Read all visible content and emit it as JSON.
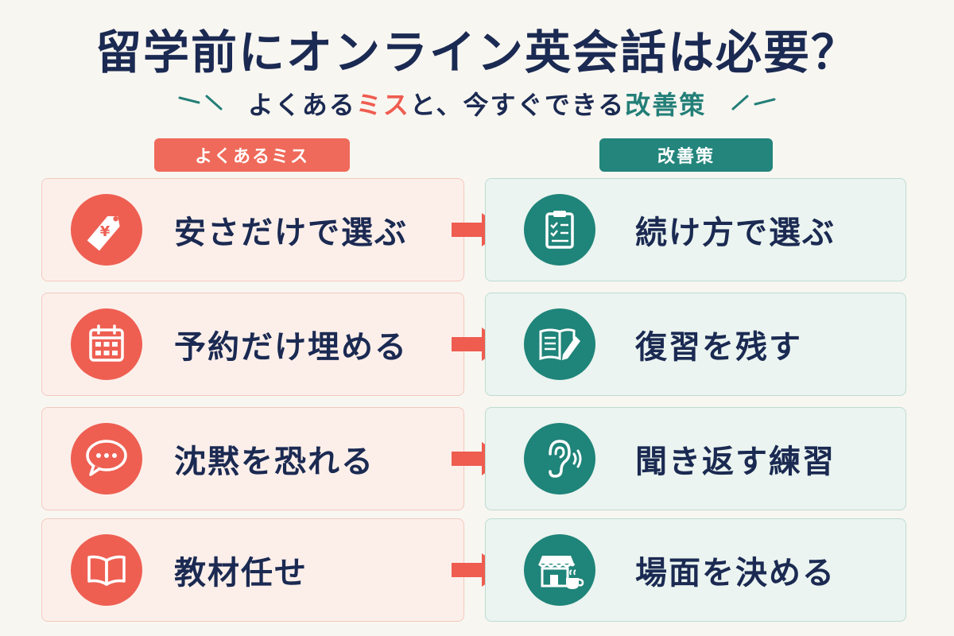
{
  "title": "留学前にオンライン英会話は必要？",
  "subtitle": {
    "part1": "よくある",
    "highlight_mistake": "ミス",
    "part2": "と、今すぐできる",
    "highlight_fix": "改善策"
  },
  "headers": {
    "mistakes": "よくあるミス",
    "fixes": "改善策"
  },
  "rows": [
    {
      "mistake": {
        "label": "安さだけで選ぶ",
        "icon": "yen-price-tag-icon"
      },
      "fix": {
        "label": "続け方で選ぶ",
        "icon": "clipboard-checklist-icon"
      }
    },
    {
      "mistake": {
        "label": "予約だけ埋める",
        "icon": "calendar-icon"
      },
      "fix": {
        "label": "復習を残す",
        "icon": "notebook-pen-icon"
      }
    },
    {
      "mistake": {
        "label": "沈黙を恐れる",
        "icon": "speech-bubble-icon"
      },
      "fix": {
        "label": "聞き返す練習",
        "icon": "ear-icon"
      }
    },
    {
      "mistake": {
        "label": "教材任せ",
        "icon": "open-book-icon"
      },
      "fix": {
        "label": "場面を決める",
        "icon": "cafe-storefront-icon"
      }
    }
  ],
  "colors": {
    "mistake_accent": "#ef5c50",
    "fix_accent": "#237f78",
    "text": "#1b2a52",
    "background": "#f8f6f1"
  }
}
